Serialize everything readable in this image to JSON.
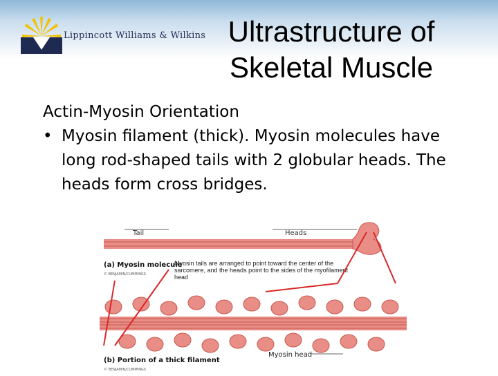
{
  "header": {
    "logo_text": "Lippincott Williams & Wilkins",
    "colors": {
      "band": "#8fb7d8",
      "logo_yellow": "#f2c200",
      "logo_navy": "#1e2a52"
    }
  },
  "slide": {
    "title_line1": "Ultrastructure of",
    "title_line2": "Skeletal Muscle",
    "subheading": "Actin-Myosin Orientation",
    "bullets": [
      "Myosin filament (thick). Myosin molecules have long rod-shaped tails with 2 globular heads. The heads form cross bridges."
    ]
  },
  "figure": {
    "label_tail": "Tail",
    "label_heads": "Heads",
    "panel_a": "(a) Myosin molecule",
    "note": "Myosin tails are arranged to point toward the center of the sarcomere, and the heads point to the sides of the myofilament head",
    "panel_b": "(b) Portion of a thick filament",
    "label_myosin_head": "Myosin head",
    "copyright": "© BENJAMIN/CUMMINGS",
    "colors": {
      "filament": "#e88e86",
      "filament_dark": "#c9574f",
      "arrow": "#d8282a"
    }
  }
}
